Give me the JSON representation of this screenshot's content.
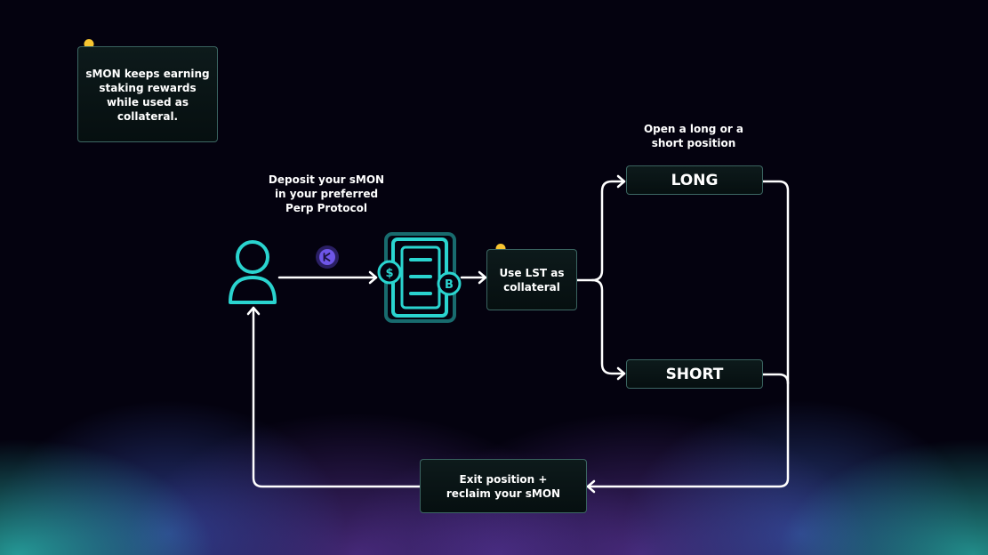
{
  "notes": {
    "staking_tip": "sMON keeps earning staking rewards while used as collateral.",
    "deposit_caption": "Deposit your sMON in your preferred Perp Protocol",
    "position_caption": "Open a long or a short position"
  },
  "boxes": {
    "collateral": "Use LST as collateral",
    "long": "LONG",
    "short": "SHORT",
    "exit": "Exit position + reclaim your sMON"
  },
  "colors": {
    "accent_teal": "#2ad4cf",
    "token_purple": "#6e56e8",
    "bulb_yellow": "#f7c531",
    "arrow": "#ffffff"
  },
  "icons": {
    "user": "user-icon",
    "token": "smon-token-icon",
    "protocol": "perp-protocol-icon",
    "tip": "lightbulb-icon"
  }
}
